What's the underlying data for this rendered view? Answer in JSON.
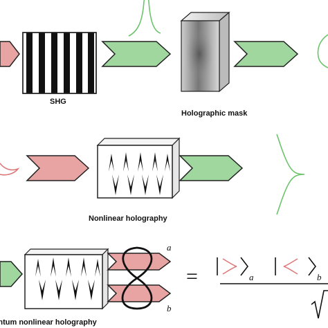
{
  "panel_top": {
    "shg_label": "SHG",
    "mask_label": "Holographic mask"
  },
  "panel_middle": {
    "label": "Nonlinear holography"
  },
  "panel_bottom": {
    "label": "Quantum nonlinear holography",
    "output_a": "a",
    "output_b": "b",
    "equals": "=",
    "sub_a": "a",
    "sub_b": "b"
  },
  "colors": {
    "pump": "#e8a3a3",
    "shg": "#9fd79f",
    "curve_green": "#6cc36c",
    "curve_red": "#dd7777"
  }
}
